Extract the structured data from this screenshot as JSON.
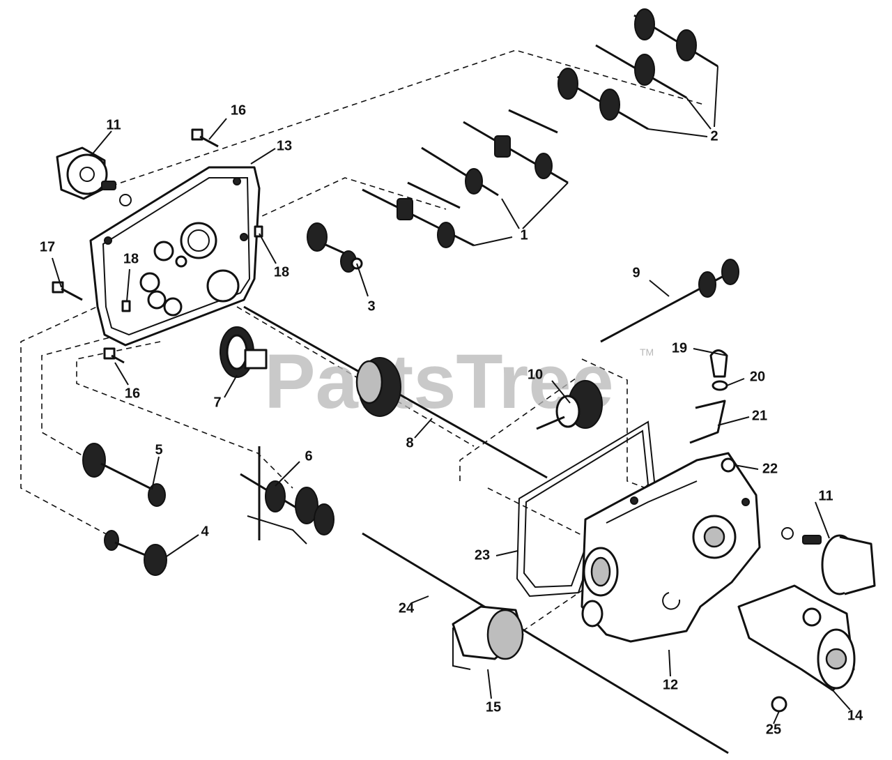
{
  "watermark": {
    "text": "PartsTree",
    "tm": "TM"
  },
  "callouts": [
    {
      "id": "c1a",
      "label": "1"
    },
    {
      "id": "c2",
      "label": "2"
    },
    {
      "id": "c3",
      "label": "3"
    },
    {
      "id": "c4",
      "label": "4"
    },
    {
      "id": "c5",
      "label": "5"
    },
    {
      "id": "c6",
      "label": "6"
    },
    {
      "id": "c7",
      "label": "7"
    },
    {
      "id": "c8",
      "label": "8"
    },
    {
      "id": "c9",
      "label": "9"
    },
    {
      "id": "c10",
      "label": "10"
    },
    {
      "id": "c11a",
      "label": "11"
    },
    {
      "id": "c11b",
      "label": "11"
    },
    {
      "id": "c12",
      "label": "12"
    },
    {
      "id": "c13",
      "label": "13"
    },
    {
      "id": "c14",
      "label": "14"
    },
    {
      "id": "c15",
      "label": "15"
    },
    {
      "id": "c16a",
      "label": "16"
    },
    {
      "id": "c16b",
      "label": "16"
    },
    {
      "id": "c17",
      "label": "17"
    },
    {
      "id": "c18a",
      "label": "18"
    },
    {
      "id": "c18b",
      "label": "18"
    },
    {
      "id": "c19",
      "label": "19"
    },
    {
      "id": "c20",
      "label": "20"
    },
    {
      "id": "c21",
      "label": "21"
    },
    {
      "id": "c22",
      "label": "22"
    },
    {
      "id": "c23",
      "label": "23"
    },
    {
      "id": "c24",
      "label": "24"
    },
    {
      "id": "c25",
      "label": "25"
    }
  ]
}
